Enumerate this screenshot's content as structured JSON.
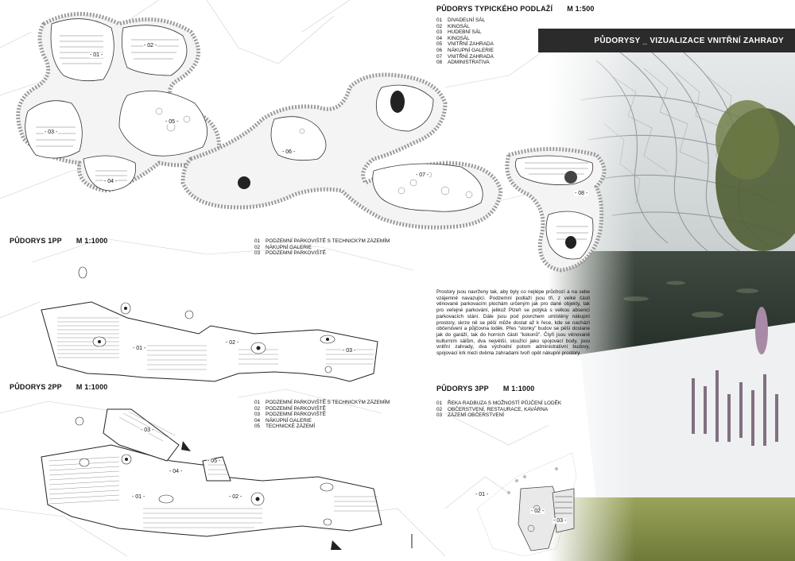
{
  "banner": {
    "title": "PŮDORYSY _ VIZUALIZACE VNITŘNÍ ZAHRADY"
  },
  "typical_plan": {
    "title": "PŮDORYS TYPICKÉHO PODLAŽÍ",
    "scale": "M 1:500",
    "legend": [
      {
        "num": "01",
        "text": "DIVADELNÍ SÁL"
      },
      {
        "num": "02",
        "text": "KINOSÁL"
      },
      {
        "num": "03",
        "text": "HUDEBNÍ SÁL"
      },
      {
        "num": "04",
        "text": "KINOSÁL"
      },
      {
        "num": "05",
        "text": "VNITŘNÍ ZAHRADA"
      },
      {
        "num": "06",
        "text": "NÁKUPNÍ GALERIE"
      },
      {
        "num": "07",
        "text": "VNITŘNÍ ZAHRADA"
      },
      {
        "num": "08",
        "text": "ADMINISTRATIVA"
      }
    ],
    "labels": [
      "- 01 -",
      "- 02 -",
      "- 03 -",
      "- 04 -",
      "- 05 -",
      "- 06 -",
      "- 07 -",
      "- 08 -"
    ]
  },
  "plan_1pp": {
    "title": "PŮDORYS 1PP",
    "scale": "M 1:1000",
    "legend": [
      {
        "num": "01",
        "text": "PODZEMNÍ PARKOVIŠTĚ S TECHNICKÝM ZÁZEMÍM"
      },
      {
        "num": "02",
        "text": "NÁKUPNÍ GALERIE"
      },
      {
        "num": "03",
        "text": "PODZEMNÍ PARKOVIŠTĚ"
      }
    ],
    "labels": [
      "- 01 -",
      "- 02 -",
      "- 03 -"
    ]
  },
  "plan_2pp": {
    "title": "PŮDORYS 2PP",
    "scale": "M 1:1000",
    "legend": [
      {
        "num": "01",
        "text": "PODZEMNÍ PARKOVIŠTĚ S TECHNICKÝM ZÁZEMÍM"
      },
      {
        "num": "02",
        "text": "PODZEMNÍ PARKOVIŠTĚ"
      },
      {
        "num": "03",
        "text": "PODZEMNÍ PARKOVIŠTĚ"
      },
      {
        "num": "04",
        "text": "NÁKUPNÍ GALERIE"
      },
      {
        "num": "05",
        "text": "TECHNICKÉ ZÁZEMÍ"
      }
    ],
    "labels": [
      "- 01 -",
      "- 02 -",
      "- 03 -",
      "- 04 -",
      "- 05 -"
    ]
  },
  "plan_3pp": {
    "title": "PŮDORYS 3PP",
    "scale": "M 1:1000",
    "legend": [
      {
        "num": "01",
        "text": "ŘEKA RADBUZA S MOŽNOSTÍ PŮJČENÍ LODĚK"
      },
      {
        "num": "02",
        "text": "OBČERSTVENÍ, RESTAURACE, KAVÁRNA"
      },
      {
        "num": "03",
        "text": "ZÁZEMÍ OBČERSTVENÍ"
      }
    ],
    "labels": [
      "- 01 -",
      "- 02 -",
      "- 03 -"
    ]
  },
  "description": "Prostory jsou navrženy tak, aby byly co nejlépe průchozí a na sebe vzájemně navazující. Podzemní podlaží jsou tři, z velké části věnované parkovacím plochám určeným jak pro dané objekty, tak pro veřejné parkování, jelikož Plzeň se potýká s velkou absencí parkovacích stání. Dále jsou pod povrchem umístěny nákupní prostory, skrze ně se pěší může dostat až k řece, kde se nachází občerstvení a půjčovna loděk. Přes \"stonky\" budov se pěší dostane jak do garáží, tak do horních částí \"kokonů\". Čtyři jsou věnované kulturním sálům, dva největší, sloužící jako spojovací body, jsou vnitřní zahrady, dva východní potom administrativní budovy, spojovací krk mezi dvěma zahradami tvoří opět nákupní prostory.",
  "colors": {
    "banner": "#2b2b2b",
    "line": "#333333",
    "foliage": "#8a8a8a"
  }
}
